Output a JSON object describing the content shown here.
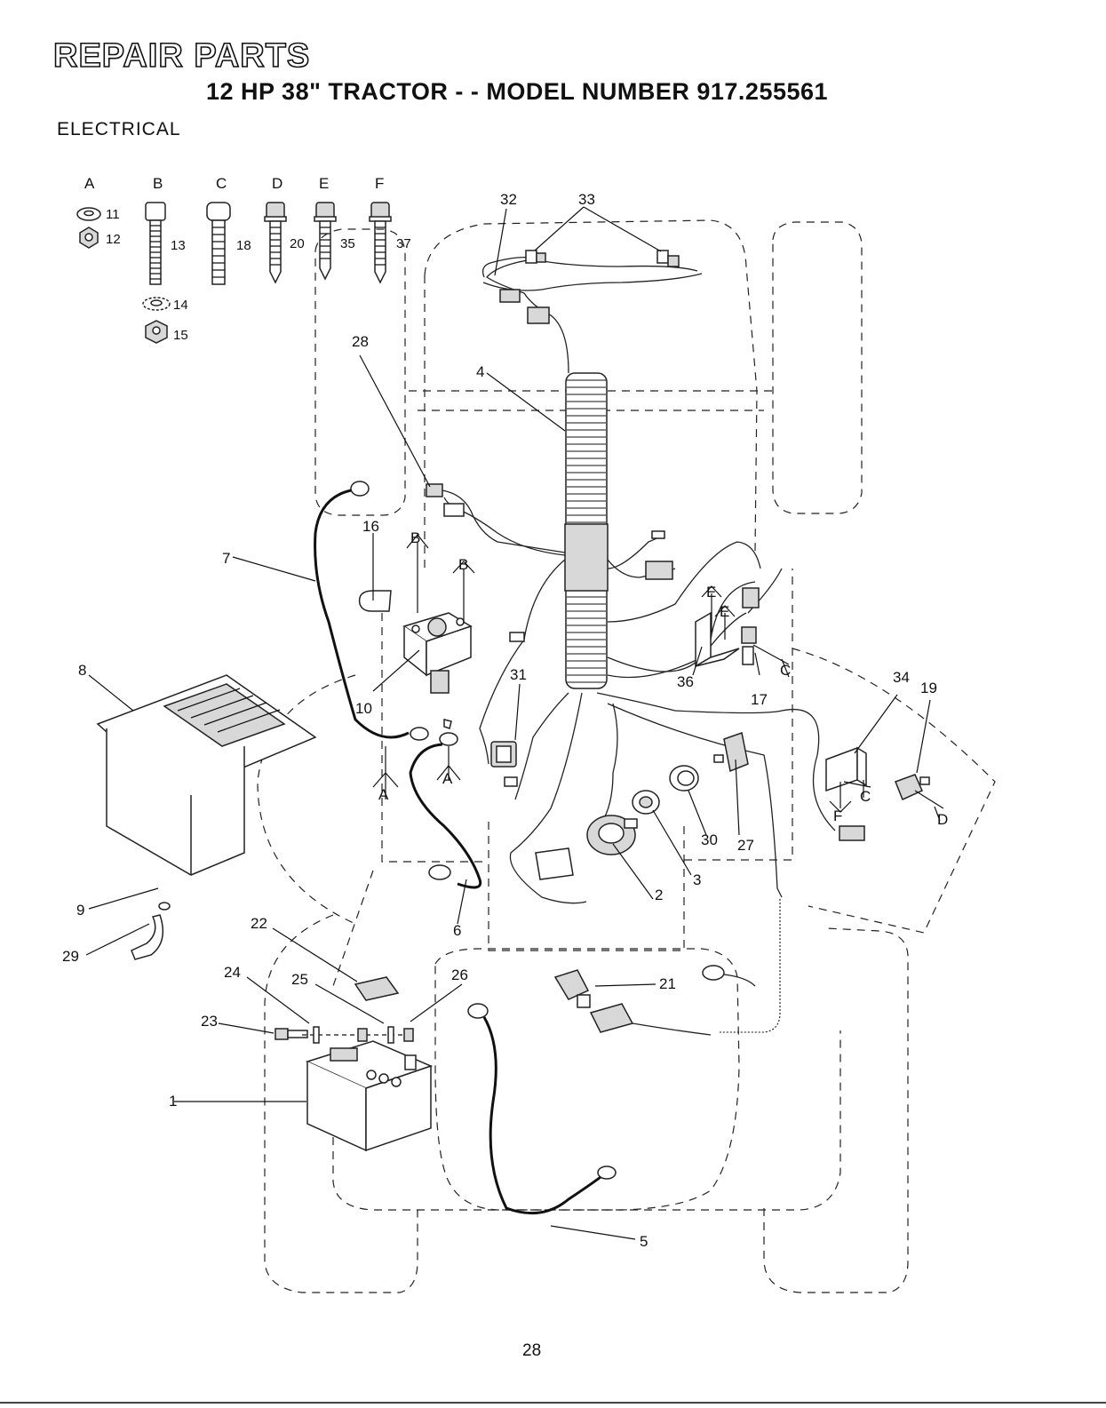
{
  "header": {
    "title": "REPAIR PARTS",
    "subtitle": "12 HP 38\" TRACTOR - - MODEL NUMBER 917.255561",
    "section": "ELECTRICAL"
  },
  "hardware_columns": [
    {
      "letter": "A",
      "parts": [
        "11",
        "12"
      ]
    },
    {
      "letter": "B",
      "parts": [
        "13",
        "14",
        "15"
      ]
    },
    {
      "letter": "C",
      "parts": [
        "18"
      ]
    },
    {
      "letter": "D",
      "parts": [
        "20"
      ]
    },
    {
      "letter": "E",
      "parts": [
        "35"
      ]
    },
    {
      "letter": "F",
      "parts": [
        "37"
      ]
    }
  ],
  "callouts": {
    "c1": "1",
    "c2": "2",
    "c3": "3",
    "c4": "4",
    "c5": "5",
    "c6": "6",
    "c7": "7",
    "c8": "8",
    "c9": "9",
    "c10": "10",
    "c16": "16",
    "c17": "17",
    "c19": "19",
    "c21": "21",
    "c22": "22",
    "c23": "23",
    "c24": "24",
    "c25": "25",
    "c26": "26",
    "c27": "27",
    "c28": "28",
    "c29": "29",
    "c30": "30",
    "c31": "31",
    "c32": "32",
    "c33": "33",
    "c34": "34",
    "c36": "36"
  },
  "hardware_refs": {
    "b1": "B",
    "b2": "B",
    "a1": "A",
    "a2": "A",
    "e1": "E",
    "e2": "E",
    "cref1": "C",
    "cref2": "C",
    "d1": "D",
    "f1": "F"
  },
  "page_number": "28"
}
